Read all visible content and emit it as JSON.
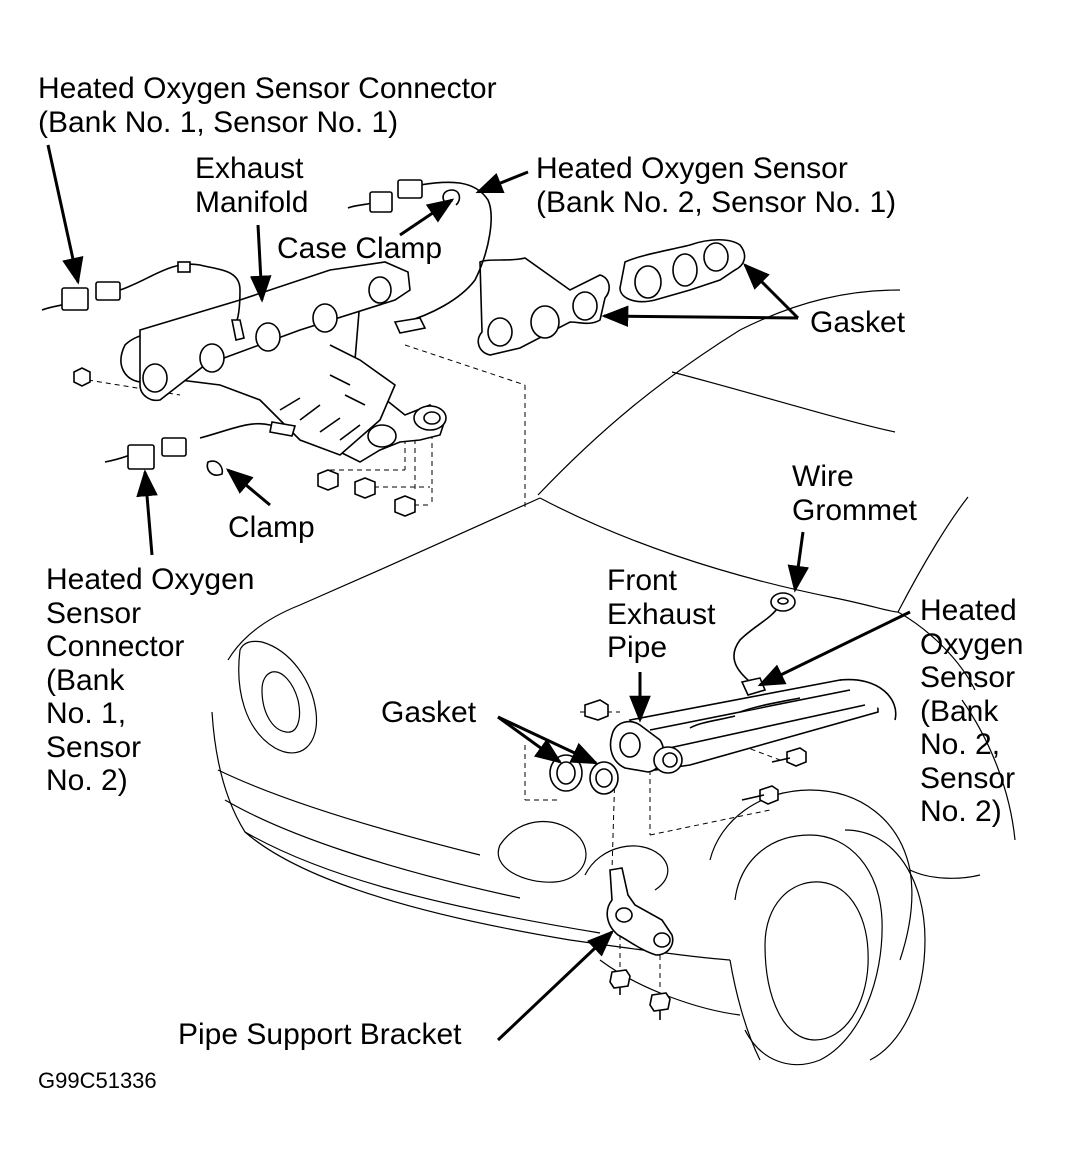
{
  "labels": {
    "hos_conn_b1s1": "Heated Oxygen Sensor Connector\n(Bank No. 1, Sensor No. 1)",
    "exhaust_manifold": "Exhaust\nManifold",
    "hos_b2s1": "Heated Oxygen Sensor\n(Bank No. 2, Sensor No. 1)",
    "case_clamp": "Case Clamp",
    "gasket_top": "Gasket",
    "clamp": "Clamp",
    "hos_conn_b1s2": "Heated Oxygen\nSensor\nConnector\n(Bank\nNo. 1,\nSensor\nNo. 2)",
    "wire_grommet": "Wire\nGrommet",
    "front_exhaust_pipe": "Front\nExhaust\nPipe",
    "hos_b2s2": "Heated\nOxygen\nSensor\n(Bank\nNo. 2,\nSensor\nNo. 2)",
    "gasket_bottom": "Gasket",
    "pipe_support_bracket": "Pipe Support Bracket"
  },
  "figure_code": "G99C51336"
}
